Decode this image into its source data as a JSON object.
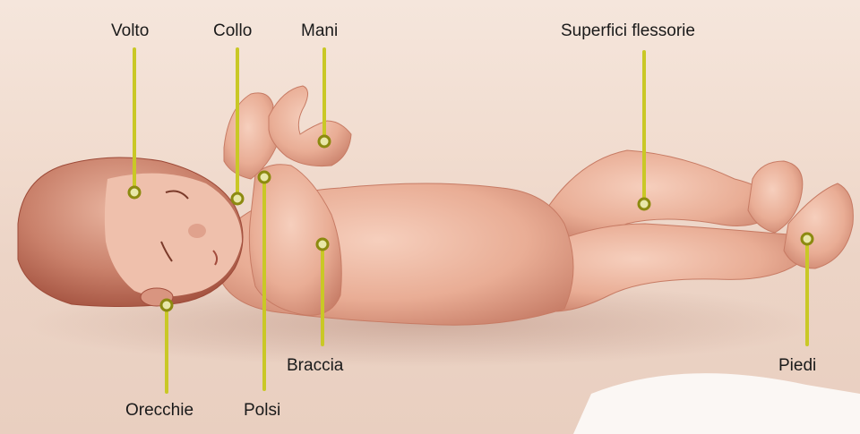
{
  "labels": {
    "volto": "Volto",
    "collo": "Collo",
    "mani": "Mani",
    "superfici_flessorie": "Superfici flessorie",
    "orecchie": "Orecchie",
    "polsi": "Polsi",
    "braccia": "Braccia",
    "piedi": "Piedi"
  },
  "colors": {
    "leader": "#c9c826",
    "leader_dark": "#8c8a10",
    "skin": "#e7a991",
    "skin_shadow": "#c77b64",
    "hair": "#a5503e"
  }
}
